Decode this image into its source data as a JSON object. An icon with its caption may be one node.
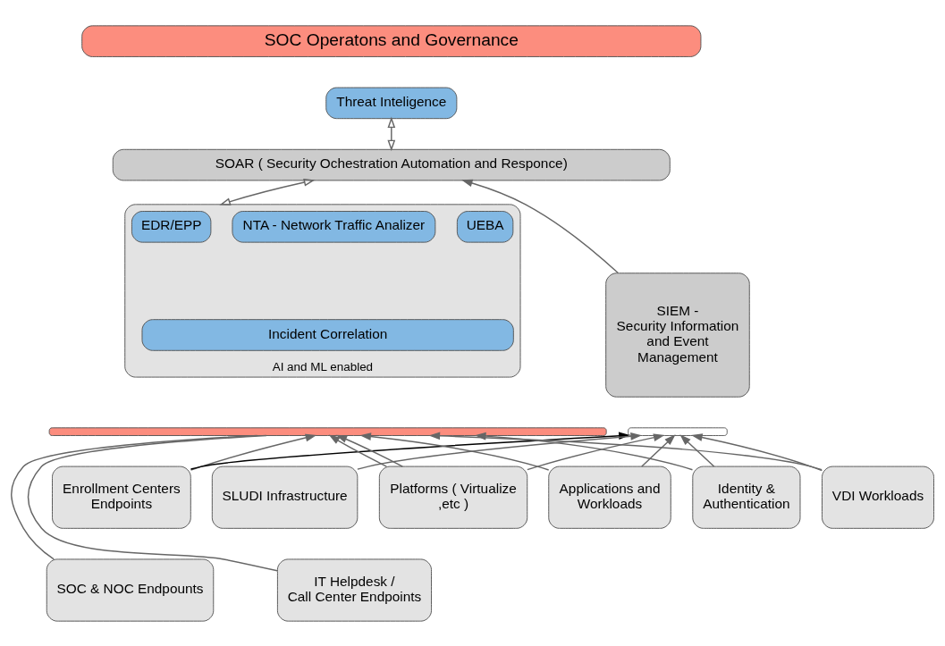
{
  "diagram": {
    "nodes": [
      {
        "text": [
          "SOC Operatons and Governance"
        ]
      },
      {
        "text": [
          "Threat Inteligence"
        ]
      },
      {
        "text": [
          "SOAR ( Security Ochestration Automation and Responce)"
        ]
      },
      {
        "text": [
          "AI and ML enabled"
        ]
      },
      {
        "text": [
          "EDR/EPP"
        ],
        "in": 3
      },
      {
        "text": [
          "NTA - Network Traffic Analizer"
        ],
        "in": 3
      },
      {
        "text": [
          "UEBA"
        ],
        "in": 3
      },
      {
        "text": [
          "Incident Correlation"
        ],
        "in": 3
      },
      {
        "text": [],
        "shape": "bar"
      },
      {
        "text": [
          "SIEM - Security Information and Event Management"
        ]
      },
      {
        "text": [],
        "shape": "bar"
      },
      {
        "text": [
          "Enrollment Centers Endpoints"
        ]
      },
      {
        "text": [
          "SLUDI Infrastructure"
        ]
      },
      {
        "text": [
          "Platforms ( Virtualize ,etc )"
        ]
      },
      {
        "text": [
          "Applications and Workloads"
        ]
      },
      {
        "text": [
          "Identity & Authentication"
        ]
      },
      {
        "text": [
          "VDI Workloads"
        ]
      },
      {
        "text": [
          "SOC & NOC Endpounts"
        ]
      },
      {
        "text": [
          "IT Helpdesk / Call Center Endpoints"
        ]
      }
    ],
    "edges": [
      {
        "from": 2,
        "to": 1,
        "arrow": "both"
      },
      {
        "from": 3,
        "to": 2,
        "arrow": "both"
      },
      {
        "from": 9,
        "to": 2,
        "arrow": "to"
      },
      {
        "from": 11,
        "to": 10,
        "arrow": "to",
        "color": "#000000"
      },
      {
        "from": 12,
        "to": 10,
        "arrow": "to"
      },
      {
        "from": 13,
        "to": 10,
        "arrow": "to"
      },
      {
        "from": 14,
        "to": 10,
        "arrow": "to"
      },
      {
        "from": 15,
        "to": 10,
        "arrow": "to"
      },
      {
        "from": 16,
        "to": 10,
        "arrow": "to"
      },
      {
        "from": 11,
        "to": 8,
        "arrow": "to"
      },
      {
        "from": 13,
        "to": 8,
        "arrow": "to"
      },
      {
        "from": 13,
        "to": 8,
        "arrow": "to"
      },
      {
        "from": 14,
        "to": 8,
        "arrow": "to"
      },
      {
        "from": 15,
        "to": 8,
        "arrow": "to"
      },
      {
        "from": 16,
        "to": 8,
        "arrow": "to"
      },
      {
        "from": 17,
        "to": 8,
        "arrow": "none"
      },
      {
        "from": 18,
        "to": 8,
        "arrow": "none"
      }
    ]
  }
}
